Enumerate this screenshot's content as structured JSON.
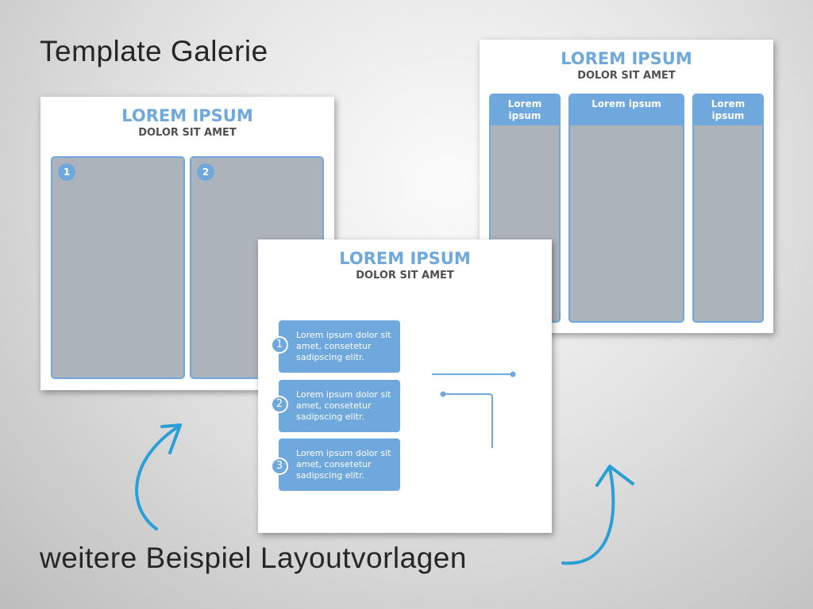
{
  "title": "Template Galerie",
  "subtitle": "weitere Beispiel Layoutvorlagen",
  "cards": {
    "left": {
      "title": "LOREM IPSUM",
      "subtitle": "DOLOR SIT AMET",
      "badges": [
        "1",
        "2"
      ]
    },
    "right": {
      "title": "LOREM IPSUM",
      "subtitle": "DOLOR SIT AMET",
      "columns": [
        "Lorem ipsum",
        "Lorem ipsum",
        "Lorem ipsum"
      ]
    },
    "middle": {
      "title": "LOREM IPSUM",
      "subtitle": "DOLOR SIT AMET",
      "items": [
        {
          "num": "1",
          "text": "Lorem ipsum dolor sit amet, consetetur sadipscing elitr."
        },
        {
          "num": "2",
          "text": "Lorem ipsum dolor sit amet, consetetur sadipscing elitr."
        },
        {
          "num": "3",
          "text": "Lorem ipsum dolor sit amet, consetetur sadipscing elitr."
        }
      ]
    }
  },
  "colors": {
    "accent": "#6fa8dc",
    "placeholder": "#adb3ba",
    "arrow": "#2a9fd6"
  }
}
